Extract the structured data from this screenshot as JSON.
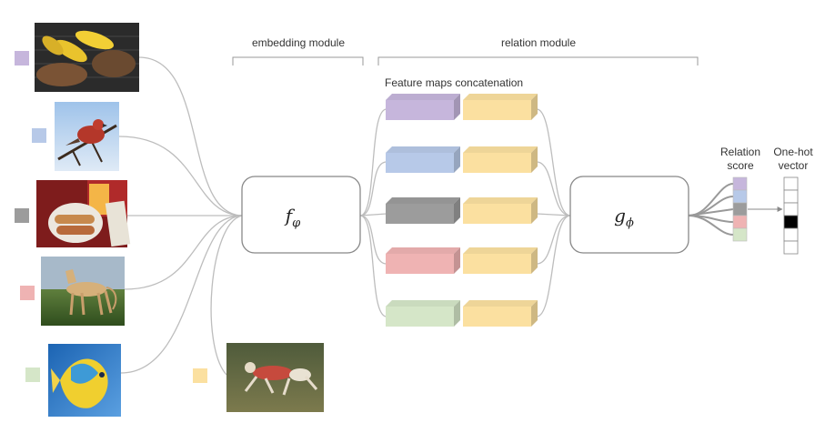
{
  "labels": {
    "embedding_module": "embedding module",
    "relation_module": "relation module",
    "feature_maps": "Feature maps concatenation",
    "relation_score_1": "Relation",
    "relation_score_2": "score",
    "onehot_1": "One-hot",
    "onehot_2": "vector",
    "f_symbol": "f",
    "f_sub": "φ",
    "g_symbol": "g",
    "g_sub": "ϕ"
  },
  "images": [
    {
      "subject": "grilled corn and meat",
      "swatch_color": "#c6b6dc"
    },
    {
      "subject": "red finch on branch",
      "swatch_color": "#b7c9e8"
    },
    {
      "subject": "hot dog plate",
      "swatch_color": "#9c9c9c"
    },
    {
      "subject": "saluki dog on grass",
      "swatch_color": "#efb3b3"
    },
    {
      "subject": "angelfish",
      "swatch_color": "#d5e6c8"
    }
  ],
  "query": {
    "subject": "running saluki dog",
    "swatch_color": "#fbe0a0"
  },
  "feature_pairs": [
    {
      "support_color": "#c6b6dc"
    },
    {
      "support_color": "#b7c9e8"
    },
    {
      "support_color": "#9c9c9c"
    },
    {
      "support_color": "#efb3b3"
    },
    {
      "support_color": "#d5e6c8"
    }
  ],
  "query_color": "#fbe0a0",
  "onehot_active_index": 3
}
